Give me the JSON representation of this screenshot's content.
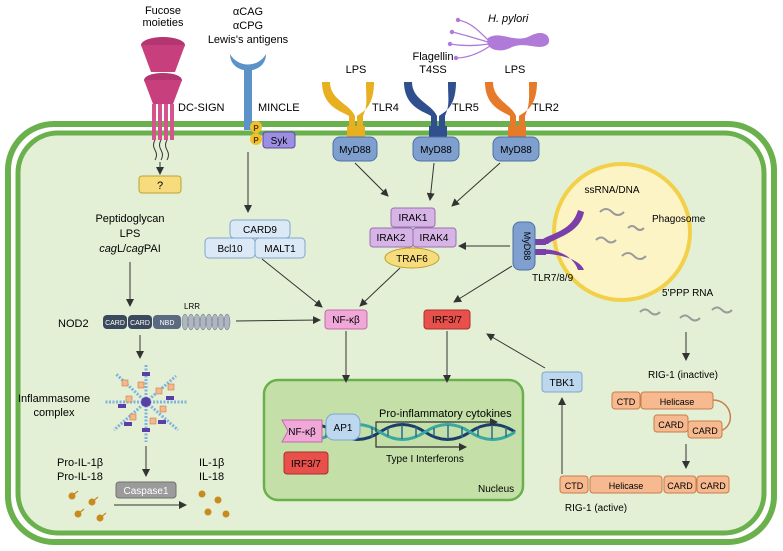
{
  "labels": {
    "fucose_line1": "Fucose",
    "fucose_line2": "moieties",
    "acag": "αCAG",
    "acpg": "αCPG",
    "lewis": "Lewis's antigens",
    "hpylori": "H. pylori",
    "flagellin": "Flagellin",
    "t4ss": "T4SS",
    "lps_tlr4": "LPS",
    "lps_tlr2": "LPS",
    "dcsign": "DC-SIGN",
    "mincle": "MINCLE",
    "tlr4": "TLR4",
    "tlr5": "TLR5",
    "tlr2": "TLR2",
    "p": "P",
    "syk": "Syk",
    "myd88": "MyD88",
    "unknown": "?",
    "peptidoglycan": "Peptidoglycan",
    "lps_intra": "LPS",
    "cag1_italic": "cag",
    "cag1_rest": "L/",
    "cag2_italic": "cag",
    "cag2_rest": "PAI",
    "card9": "CARD9",
    "bcl10": "Bcl10",
    "malt1": "MALT1",
    "irak1": "IRAK1",
    "irak2": "IRAK2",
    "irak4": "IRAK4",
    "traf6": "TRAF6",
    "ssrna": "ssRNA/DNA",
    "phagosome": "Phagosome",
    "tlr789": "TLR7/8/9",
    "ppp_rna": "5'PPP RNA",
    "nod2": "NOD2",
    "card": "CARD",
    "nbd": "NBD",
    "lrr": "LRR",
    "nfkb": "NF-κβ",
    "irf37": "IRF3/7",
    "tbk1": "TBK1",
    "rig1_inactive": "RIG-1 (inactive)",
    "ctd": "CTD",
    "helicase": "Helicase",
    "rig1_active": "RIG-1 (active)",
    "inflammasome1": "Inflammasome",
    "inflammasome2": "complex",
    "pro_il1b": "Pro-IL-1β",
    "pro_il18": "Pro-IL-18",
    "caspase1": "Caspase1",
    "il1b": "IL-1β",
    "il18": "IL-18",
    "ap1": "AP1",
    "proinflam": "Pro-inflammatory cytokines",
    "type1": "Type I Interferons",
    "nucleus": "Nucleus"
  },
  "colors": {
    "cell_border": "#6ab04c",
    "cell_fill": "#e3f0d6",
    "nucleus_fill": "#c4e0a8",
    "dc_sign": "#c83f7d",
    "mincle": "#5b93c8",
    "tlr4": "#e8b020",
    "tlr5": "#2f4f8f",
    "tlr2": "#e67a2a",
    "myd88": "#7f9fce",
    "irak": "#d6b4e6",
    "traf6": "#f6dc7c",
    "nfkb": "#f0a8d8",
    "irf": "#e8504c",
    "tbk1": "#bdd7ee",
    "rig": "#f6b990",
    "phagosome": "#fdf4c6",
    "caspase": "#9b9b9b"
  }
}
